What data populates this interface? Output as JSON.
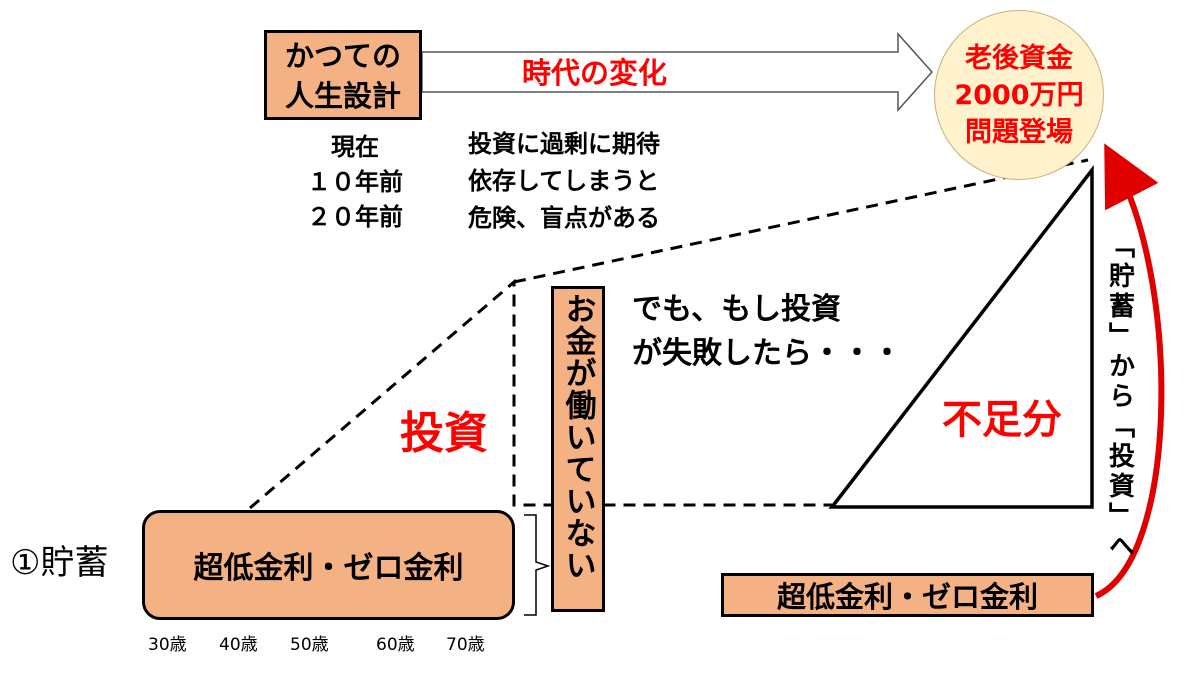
{
  "old_plan": {
    "line1": "かつての",
    "line2": "人生設計"
  },
  "change_label": "時代の変化",
  "goal": {
    "line1": "老後資金",
    "line2": "2000万円",
    "line3": "問題登場"
  },
  "eras": [
    "現在",
    "１０年前",
    "２０年前"
  ],
  "caution": [
    "投資に過剰に期待",
    "依存してしまうと",
    "危険、盲点がある"
  ],
  "investment_label": "投資",
  "money_idle": "お金が働いていない",
  "if_fail": [
    "でも、もし投資",
    "が失敗したら・・・"
  ],
  "shortfall_label": "不足分",
  "savings": {
    "label": "①貯蓄",
    "box_text": "超低金利・ゼロ金利"
  },
  "ages": [
    "30歳",
    "40歳",
    "50歳",
    "60歳",
    "70歳"
  ],
  "shift_text": "「貯蓄」から「投資」へ",
  "low_rate_right": "超低金利・ゼロ金利",
  "colors": {
    "accent_red": "#ff0000",
    "box_fill": "#f4b183",
    "goal_fill": "#fff2cc"
  }
}
